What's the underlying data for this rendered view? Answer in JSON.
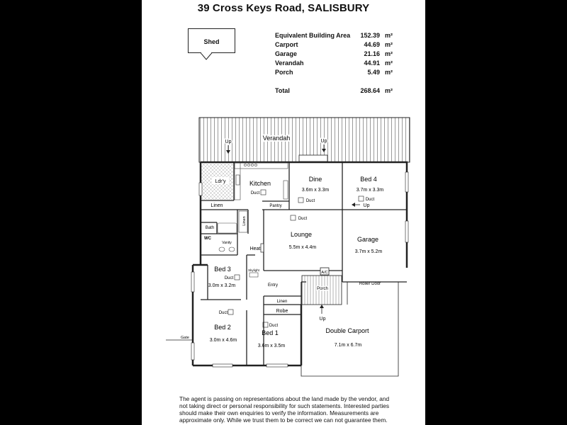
{
  "title": "39 Cross Keys Road, SALISBURY",
  "shed_label": "Shed",
  "areas": [
    {
      "label": "Equivalent Building Area",
      "value": "152.39",
      "unit": "m²"
    },
    {
      "label": "Carport",
      "value": "44.69",
      "unit": "m²"
    },
    {
      "label": "Garage",
      "value": "21.16",
      "unit": "m²"
    },
    {
      "label": "Verandah",
      "value": "44.91",
      "unit": "m²"
    },
    {
      "label": "Porch",
      "value": "5.49",
      "unit": "m²"
    }
  ],
  "total": {
    "label": "Total",
    "value": "268.64",
    "unit": "m²"
  },
  "rooms": {
    "verandah": "Verandah",
    "kitchen": "Kitchen",
    "dine": "Dine",
    "dine_size": "3.6m x 3.3m",
    "bed4": "Bed 4",
    "bed4_size": "3.7m x 3.3m",
    "ldry": "Ldr'y",
    "linen": "Linen",
    "pantry": "Pantry",
    "bath": "Bath",
    "wc": "WC",
    "vanity": "Vanity",
    "lounge": "Lounge",
    "lounge_size": "5.5m x 4.4m",
    "garage": "Garage",
    "garage_size": "3.7m x 5.2m",
    "heat": "Heat",
    "bed3": "Bed 3",
    "bed3_size": "3.0m x 3.2m",
    "skylight": "Skylight",
    "entry": "Entry",
    "ac": "A/C",
    "porch": "Porch",
    "roller_door": "Roller Door",
    "robe": "Robe",
    "linen2": "Linen",
    "bed2": "Bed 2",
    "bed2_size": "3.0m x 4.6m",
    "bed1": "Bed 1",
    "bed1_size": "3.6m x 3.5m",
    "double_carport": "Double Carport",
    "carport_size": "7.1m x 6.7m",
    "gate": "Gate",
    "duct": "Duct",
    "up": "Up"
  },
  "disclaimer": "The agent is passing on representations about the land made by the vendor, and not taking direct or personal responsibility for such statements. Interested parties should make their own enquiries to verify the information. Measurements are approximate only. While we trust them to be correct we can not guarantee them."
}
